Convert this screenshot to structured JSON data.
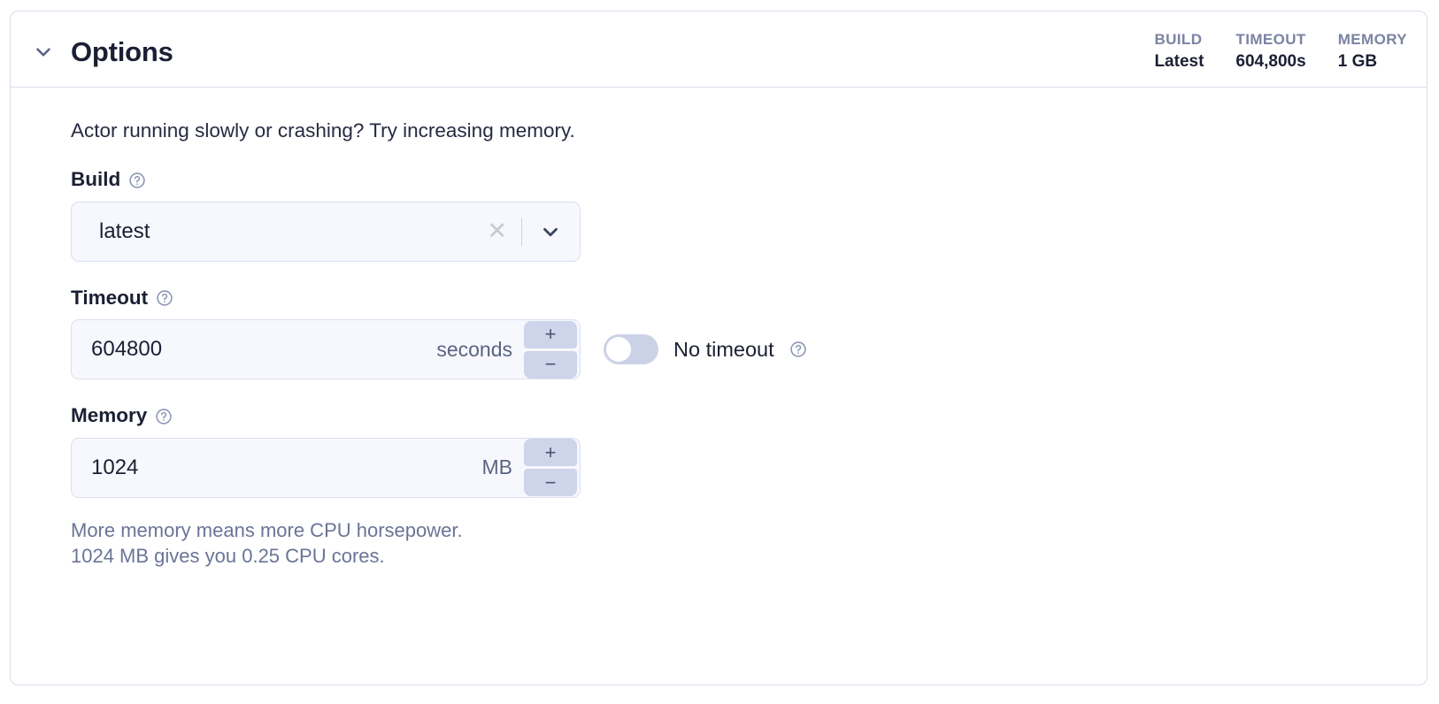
{
  "card": {
    "header": {
      "title": "Options",
      "collapse_icon": "chevron-down-icon",
      "stats": [
        {
          "label": "BUILD",
          "value": "Latest"
        },
        {
          "label": "TIMEOUT",
          "value": "604,800s"
        },
        {
          "label": "MEMORY",
          "value": "1 GB"
        }
      ]
    },
    "body": {
      "intro_text": "Actor running slowly or crashing? Try increasing memory.",
      "build": {
        "label": "Build",
        "help_icon": "question-circle-icon",
        "value": "latest",
        "clear_icon": "close-icon",
        "dropdown_icon": "chevron-down-icon"
      },
      "timeout": {
        "label": "Timeout",
        "help_icon": "question-circle-icon",
        "value": "604800",
        "unit": "seconds",
        "increment_label": "+",
        "decrement_label": "−",
        "no_timeout": {
          "label": "No timeout",
          "enabled": false,
          "help_icon": "question-circle-icon"
        }
      },
      "memory": {
        "label": "Memory",
        "help_icon": "question-circle-icon",
        "value": "1024",
        "unit": "MB",
        "increment_label": "+",
        "decrement_label": "−",
        "helper_line_1": "More memory means more CPU horsepower.",
        "helper_line_2": "1024 MB gives you 0.25 CPU cores."
      }
    }
  },
  "colors": {
    "card_border": "#d8dcea",
    "input_bg": "#f7f8fd",
    "input_border": "#dbdff0",
    "stepper_bg": "#ced4ea",
    "text_primary": "#1b1f33",
    "text_muted": "#6b7497",
    "stat_label": "#7b83a2",
    "toggle_track": "#ccd2e6"
  }
}
